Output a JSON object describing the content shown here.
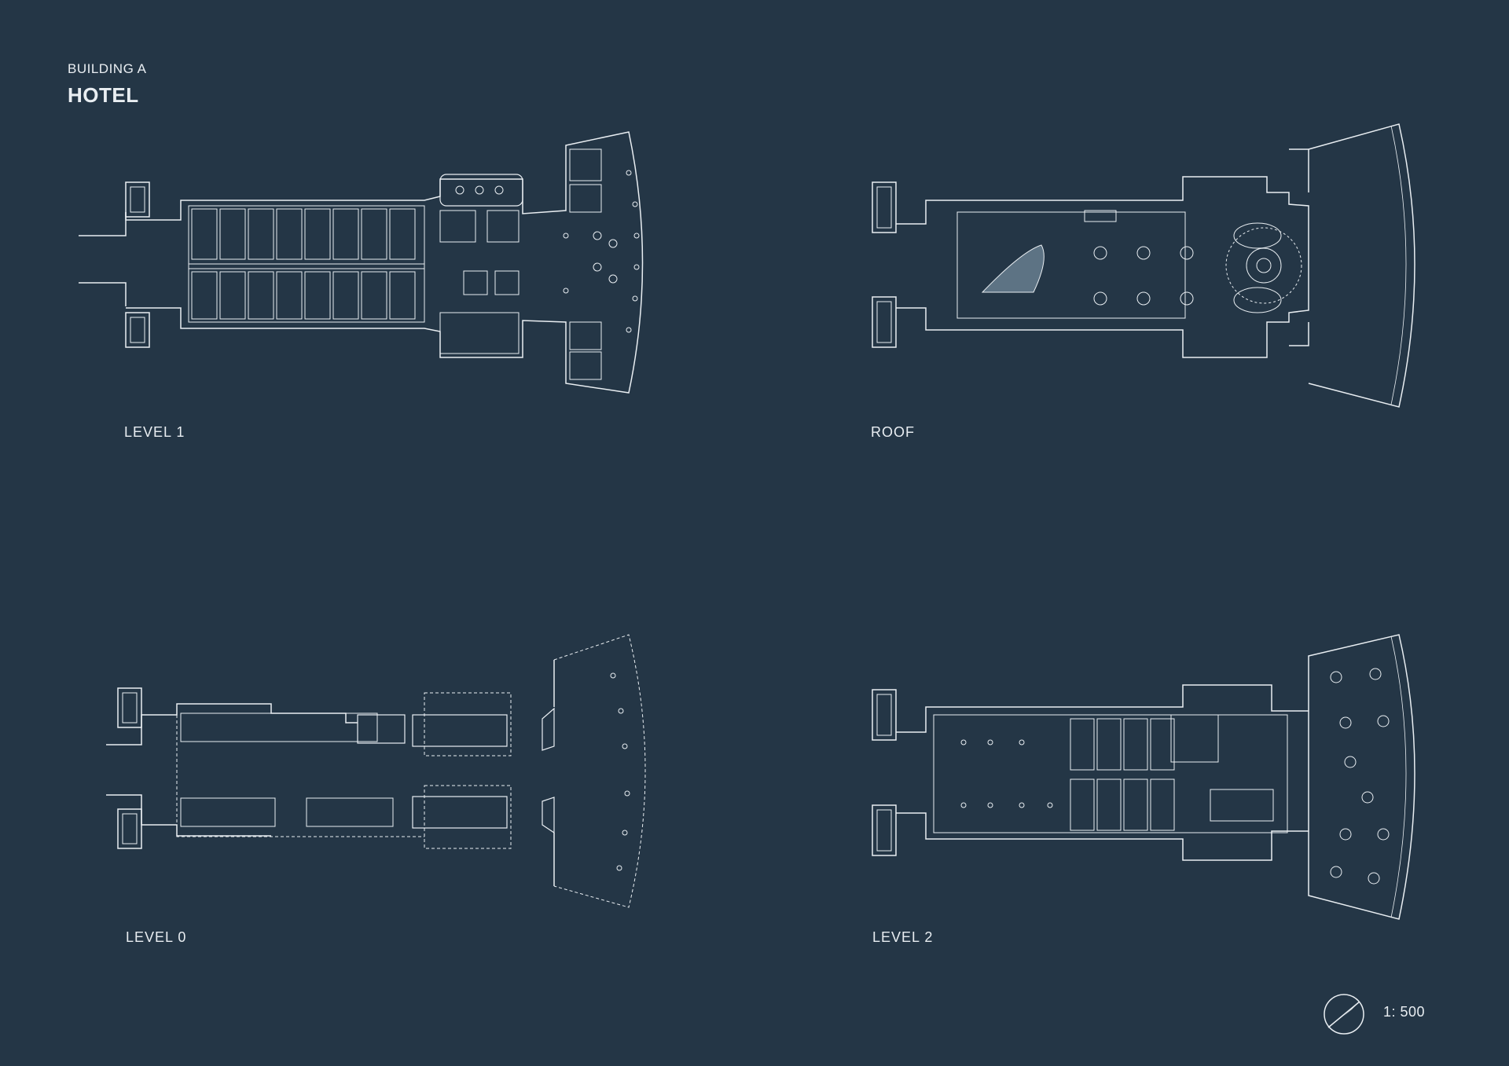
{
  "header": {
    "subtitle": "BUILDING A",
    "title": "HOTEL"
  },
  "plans": [
    {
      "id": "level-1",
      "label": "LEVEL 1"
    },
    {
      "id": "roof",
      "label": "ROOF"
    },
    {
      "id": "level-0",
      "label": "LEVEL 0"
    },
    {
      "id": "level-2",
      "label": "LEVEL 2"
    }
  ],
  "scale": "1: 500",
  "colors": {
    "background": "#243646",
    "linework": "#e9eef2"
  },
  "icons": {
    "north_arrow": "north-arrow-icon"
  }
}
